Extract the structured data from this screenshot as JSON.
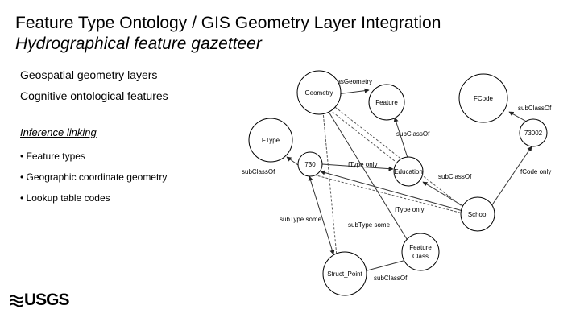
{
  "slide": {
    "title": "Feature Type Ontology / GIS Geometry Layer Integration",
    "subtitle": "Hydrographical feature gazetteer",
    "text1": "Geospatial geometry layers",
    "text2": "Cognitive ontological features",
    "inference_heading": "Inference linking",
    "bullets": [
      "Feature types",
      "Geographic coordinate geometry",
      "Lookup table codes"
    ]
  },
  "diagram": {
    "nodes": {
      "geometry": "Geometry",
      "feature": "Feature",
      "fcode": "FCode",
      "code73002": "73002",
      "ftype": "FType",
      "n730": "730",
      "education": "Education",
      "school": "School",
      "feature_class_1": "Feature",
      "feature_class_2": "Class",
      "struct_point": "Struct_Point"
    },
    "edges": {
      "has_geometry": "hasGeometry",
      "subclassof_fcode": "subClassOf",
      "subclassof_feature": "subClassOf",
      "subclassof_730": "subClassOf",
      "ftype_only_1": "fType only",
      "subclassof_school": "subClassOf",
      "fcode_only": "fCode only",
      "ftype_only_2": "fType only",
      "subtype_some_1": "subType some",
      "subtype_some_2": "subType some",
      "subclassof_struct": "subClassOf"
    }
  },
  "logo": {
    "text": "USGS"
  }
}
